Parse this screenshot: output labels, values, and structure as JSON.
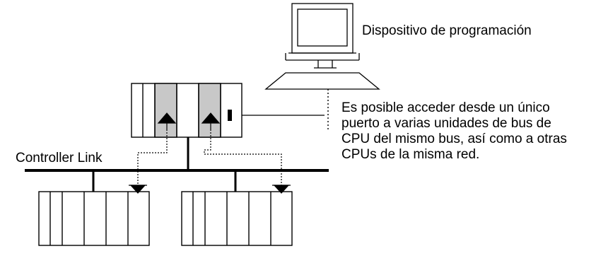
{
  "labels": {
    "programming_device": "Dispositivo de programación",
    "network_name": "Controller Link",
    "description_lines": [
      "Es posible acceder desde un único",
      "puerto a varias unidades de bus de",
      "CPU del mismo bus, así como a otras",
      "CPUs de la misma red."
    ]
  },
  "colors": {
    "line": "#000000",
    "unit_shading": "#c8c8c8",
    "background": "#ffffff"
  }
}
